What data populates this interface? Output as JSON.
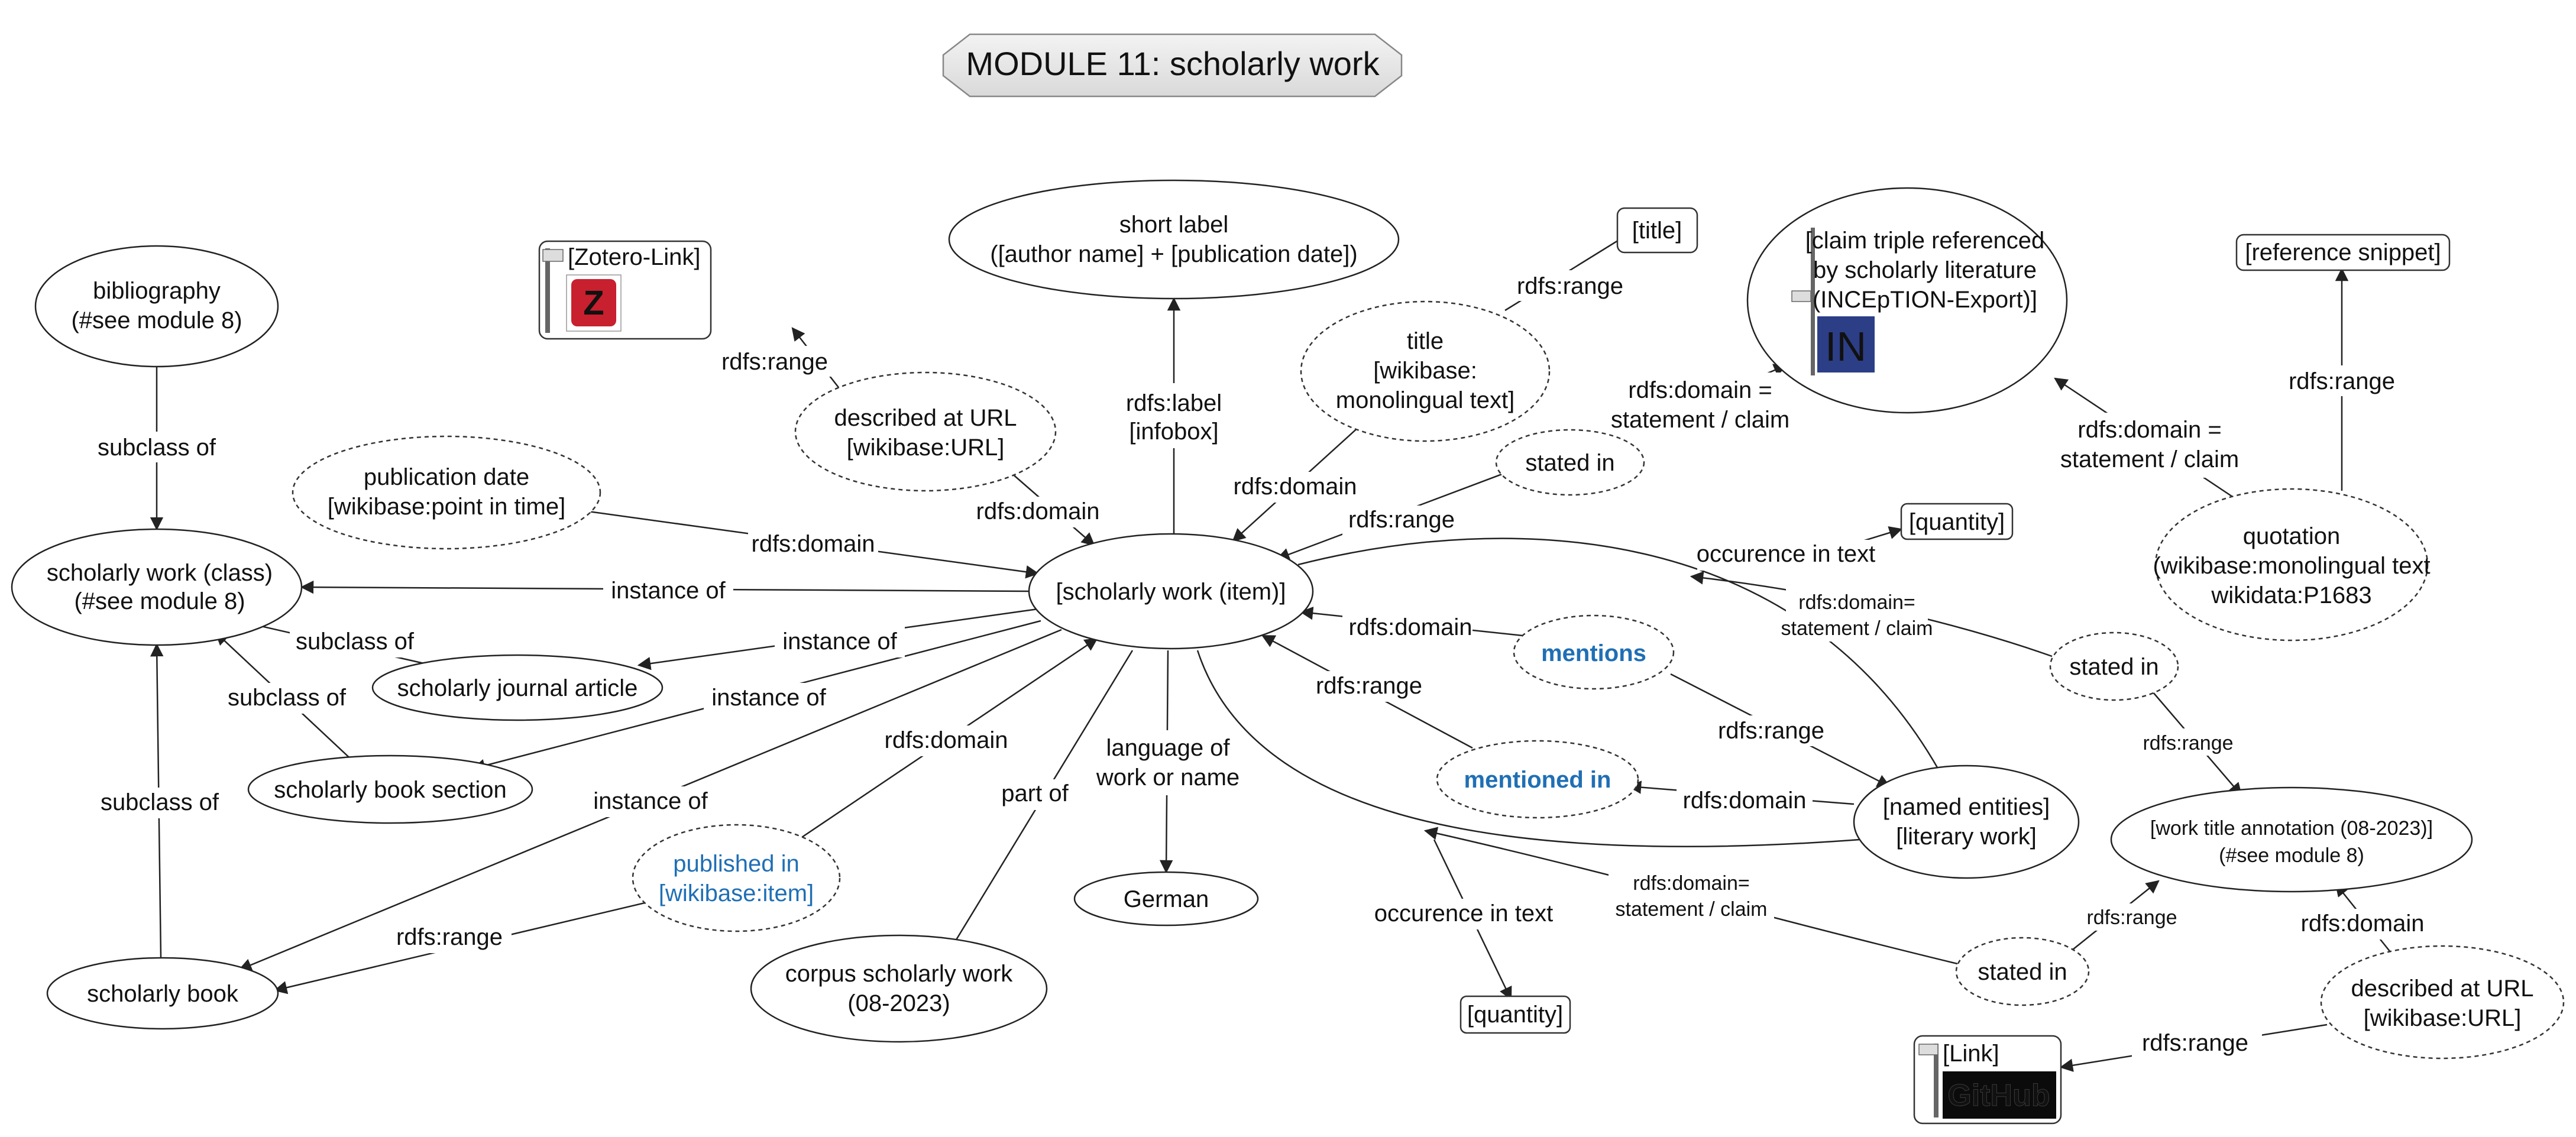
{
  "diagram": {
    "title": "MODULE 11: scholarly work",
    "nodes": {
      "bibliography": [
        "bibliography",
        "(#see module 8)"
      ],
      "scholarly_work_class": [
        "scholarly work (class)",
        "(#see module 8)"
      ],
      "publication_date": [
        "publication date",
        "[wikibase:point in time]"
      ],
      "zotero": "[Zotero-Link]",
      "zotero_logo": "Z",
      "described_url_1": [
        "described at URL",
        "[wikibase:URL]"
      ],
      "short_label": [
        "short label",
        "([author name] + [publication date])"
      ],
      "title_node": [
        "title",
        "[wikibase:",
        "monolingual text]"
      ],
      "title_box": "[title]",
      "stated_in_1": "stated in",
      "claim_triple": [
        "[claim triple referenced",
        "by scholarly literature",
        "(INCEpTION-Export)]"
      ],
      "inception_logo": "IN",
      "reference_snippet": "[reference snippet]",
      "quotation": [
        "quotation",
        "(wikibase:monolingual text",
        "wikidata:P1683"
      ],
      "quantity_1": "[quantity]",
      "scholarly_work_item": "[scholarly work (item)]",
      "journal_article": "scholarly journal article",
      "book_section": "scholarly book section",
      "scholarly_book": "scholarly book",
      "mentions": "mentions",
      "mentioned_in": "mentioned in",
      "stated_in_2": "stated in",
      "named_entities": [
        "[named entities]",
        "[literary work]"
      ],
      "published_in": [
        "published in",
        "[wikibase:item]"
      ],
      "language": [
        "language of",
        "work or name"
      ],
      "german": "German",
      "corpus": [
        "corpus scholarly work",
        "(08-2023)"
      ],
      "quantity_2": "[quantity]",
      "stated_in_3": "stated in",
      "work_title_annotation": [
        "[work title annotation (08-2023)]",
        "(#see module 8)"
      ],
      "described_url_2": [
        "described at URL",
        "[wikibase:URL]"
      ],
      "link": "[Link]",
      "github_logo": "GitHub"
    },
    "edge_labels": {
      "subclass_of_bib": "subclass of",
      "rdfs_range_zotero": "rdfs:range",
      "rdfs_label": [
        "rdfs:label",
        "[infobox]"
      ],
      "rdfs_range_title": "rdfs:range",
      "rdfs_domain_claim": [
        "rdfs:domain =",
        "statement / claim"
      ],
      "rdfs_range_ref": "rdfs:range",
      "rdfs_domain_quot": [
        "rdfs:domain =",
        "statement / claim"
      ],
      "rdfs_domain_url1": "rdfs:domain",
      "rdfs_domain_pubdate": "rdfs:domain",
      "rdfs_domain_title": "rdfs:domain",
      "rdfs_range_stated1": "rdfs:range",
      "instance_of_class": "instance of",
      "subclass_of_journal": "subclass of",
      "instance_of_journal": "instance of",
      "subclass_of_section": "subclass of",
      "instance_of_section": "instance of",
      "subclass_of_book": "subclass of",
      "instance_of_book": "instance of",
      "occurence_1": "occurence in text",
      "rdfs_domain_stmt_1": [
        "rdfs:domain=",
        "statement / claim"
      ],
      "rdfs_domain_mentions": "rdfs:domain",
      "rdfs_range_mentioned": "rdfs:range",
      "rdfs_range_mentions": "rdfs:range",
      "rdfs_range_stated2": "rdfs:range",
      "rdfs_domain_mentioned": "rdfs:domain",
      "rdfs_domain_published": "rdfs:domain",
      "part_of": "part of",
      "rdfs_range_published": "rdfs:range",
      "occurence_2": "occurence in text",
      "rdfs_domain_stmt_2": [
        "rdfs:domain=",
        "statement / claim"
      ],
      "rdfs_range_stated3": "rdfs:range",
      "rdfs_domain_url2": "rdfs:domain",
      "rdfs_range_link": "rdfs:range"
    }
  }
}
